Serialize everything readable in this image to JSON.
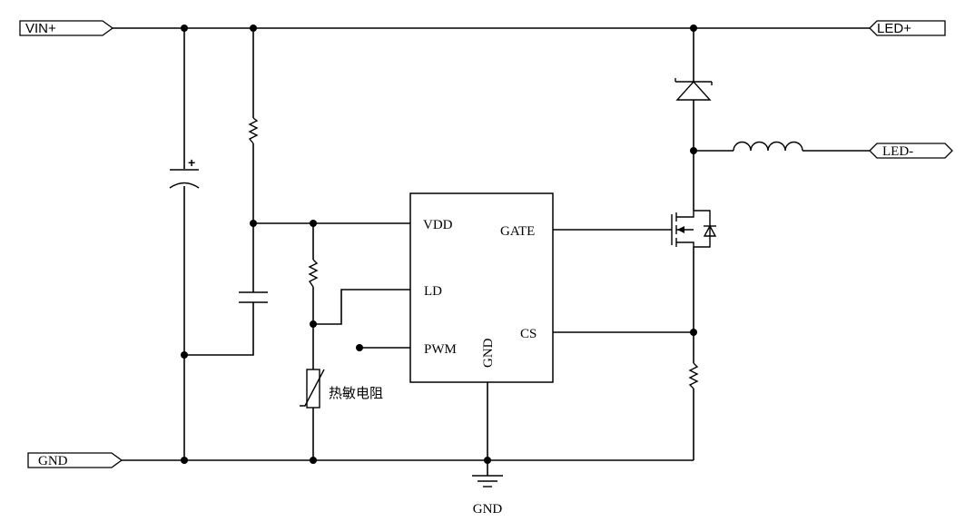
{
  "ports": {
    "vin_plus": "VIN+",
    "gnd": "GND",
    "led_plus": "LED+",
    "led_minus": "LED-"
  },
  "ic": {
    "pin_vdd": "VDD",
    "pin_ld": "LD",
    "pin_pwm": "PWM",
    "pin_gnd": "GND",
    "pin_gate": "GATE",
    "pin_cs": "CS"
  },
  "labels": {
    "thermistor": "热敏电阻",
    "ground_symbol": "GND",
    "cap_polarity": "+"
  }
}
